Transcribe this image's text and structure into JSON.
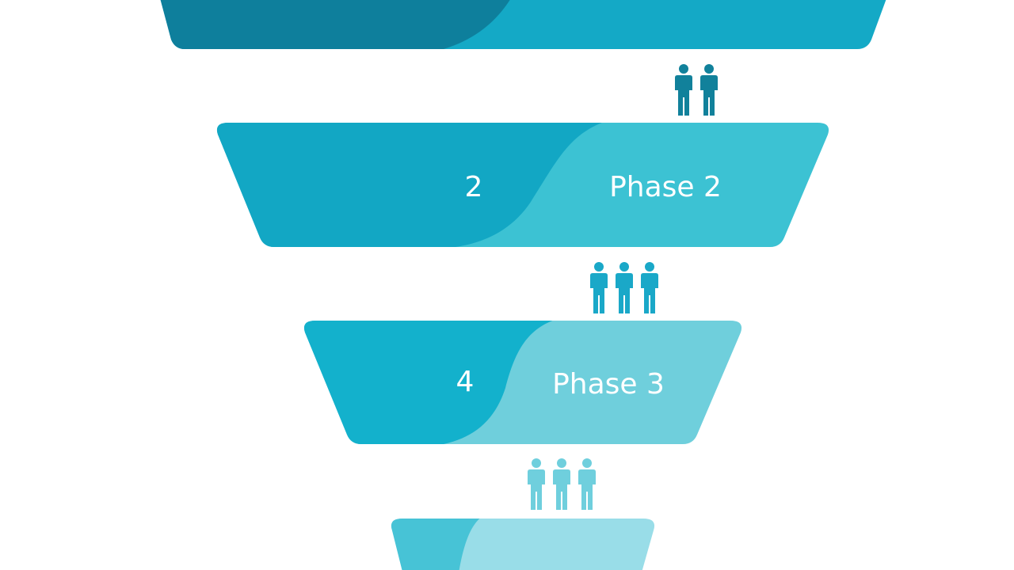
{
  "diagram": {
    "stages": [
      {
        "number": "",
        "label": "",
        "dark_color": "#0e7f9c",
        "light_color": "#14a9c6",
        "people_count": 0
      },
      {
        "number": "2",
        "label": "Phase 2",
        "dark_color": "#12a7c4",
        "light_color": "#3cc2d3",
        "people_count": 2,
        "people_color": "#11819b"
      },
      {
        "number": "4",
        "label": "Phase 3",
        "dark_color": "#13b1cc",
        "light_color": "#6fcfdc",
        "people_count": 3,
        "people_color": "#1aa8c8"
      },
      {
        "number": "",
        "label": "",
        "dark_color": "#47c3d6",
        "light_color": "#99dde8",
        "people_count": 3,
        "people_color": "#6fcfdd"
      }
    ]
  }
}
